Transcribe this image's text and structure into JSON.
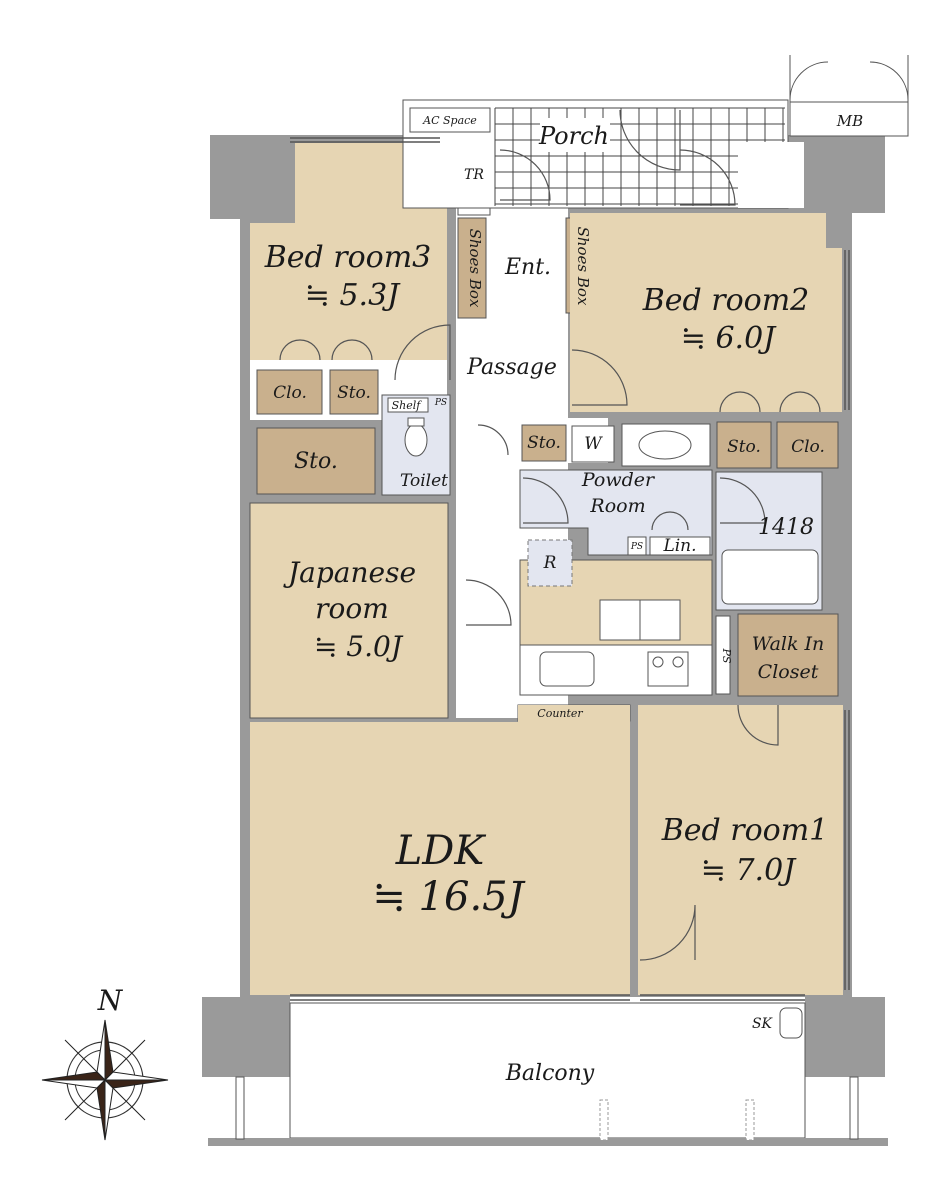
{
  "rooms": {
    "bedroom3": {
      "name": "Bed room3",
      "size": "≒ 5.3J"
    },
    "bedroom2": {
      "name": "Bed room2",
      "size": "≒ 6.0J"
    },
    "bedroom1": {
      "name": "Bed room1",
      "size": "≒ 7.0J"
    },
    "japanese": {
      "name1": "Japanese",
      "name2": "room",
      "size": "≒ 5.0J"
    },
    "ldk": {
      "name": "LDK",
      "size": "≒ 16.5J"
    },
    "balcony": "Balcony",
    "porch": "Porch",
    "entrance": "Ent.",
    "passage": "Passage",
    "toilet": "Toilet",
    "powder": {
      "line1": "Powder",
      "line2": "Room"
    },
    "bath": "1418",
    "walkin": {
      "line1": "Walk In",
      "line2": "Closet"
    }
  },
  "labels": {
    "ac_space": "AC Space",
    "mb": "MB",
    "tr": "TR",
    "shoes_box": "Shoes Box",
    "clo": "Clo.",
    "sto": "Sto.",
    "shelf": "Shelf",
    "ps": "PS",
    "w": "W",
    "lin": "Lin.",
    "r": "R",
    "counter": "Counter",
    "sk": "SK",
    "north": "N"
  },
  "colors": {
    "room": "#e6d5b3",
    "storage": "#c9b08d",
    "wet": "#e3e6f0",
    "wall": "#9a9a9a",
    "line": "#555555"
  }
}
